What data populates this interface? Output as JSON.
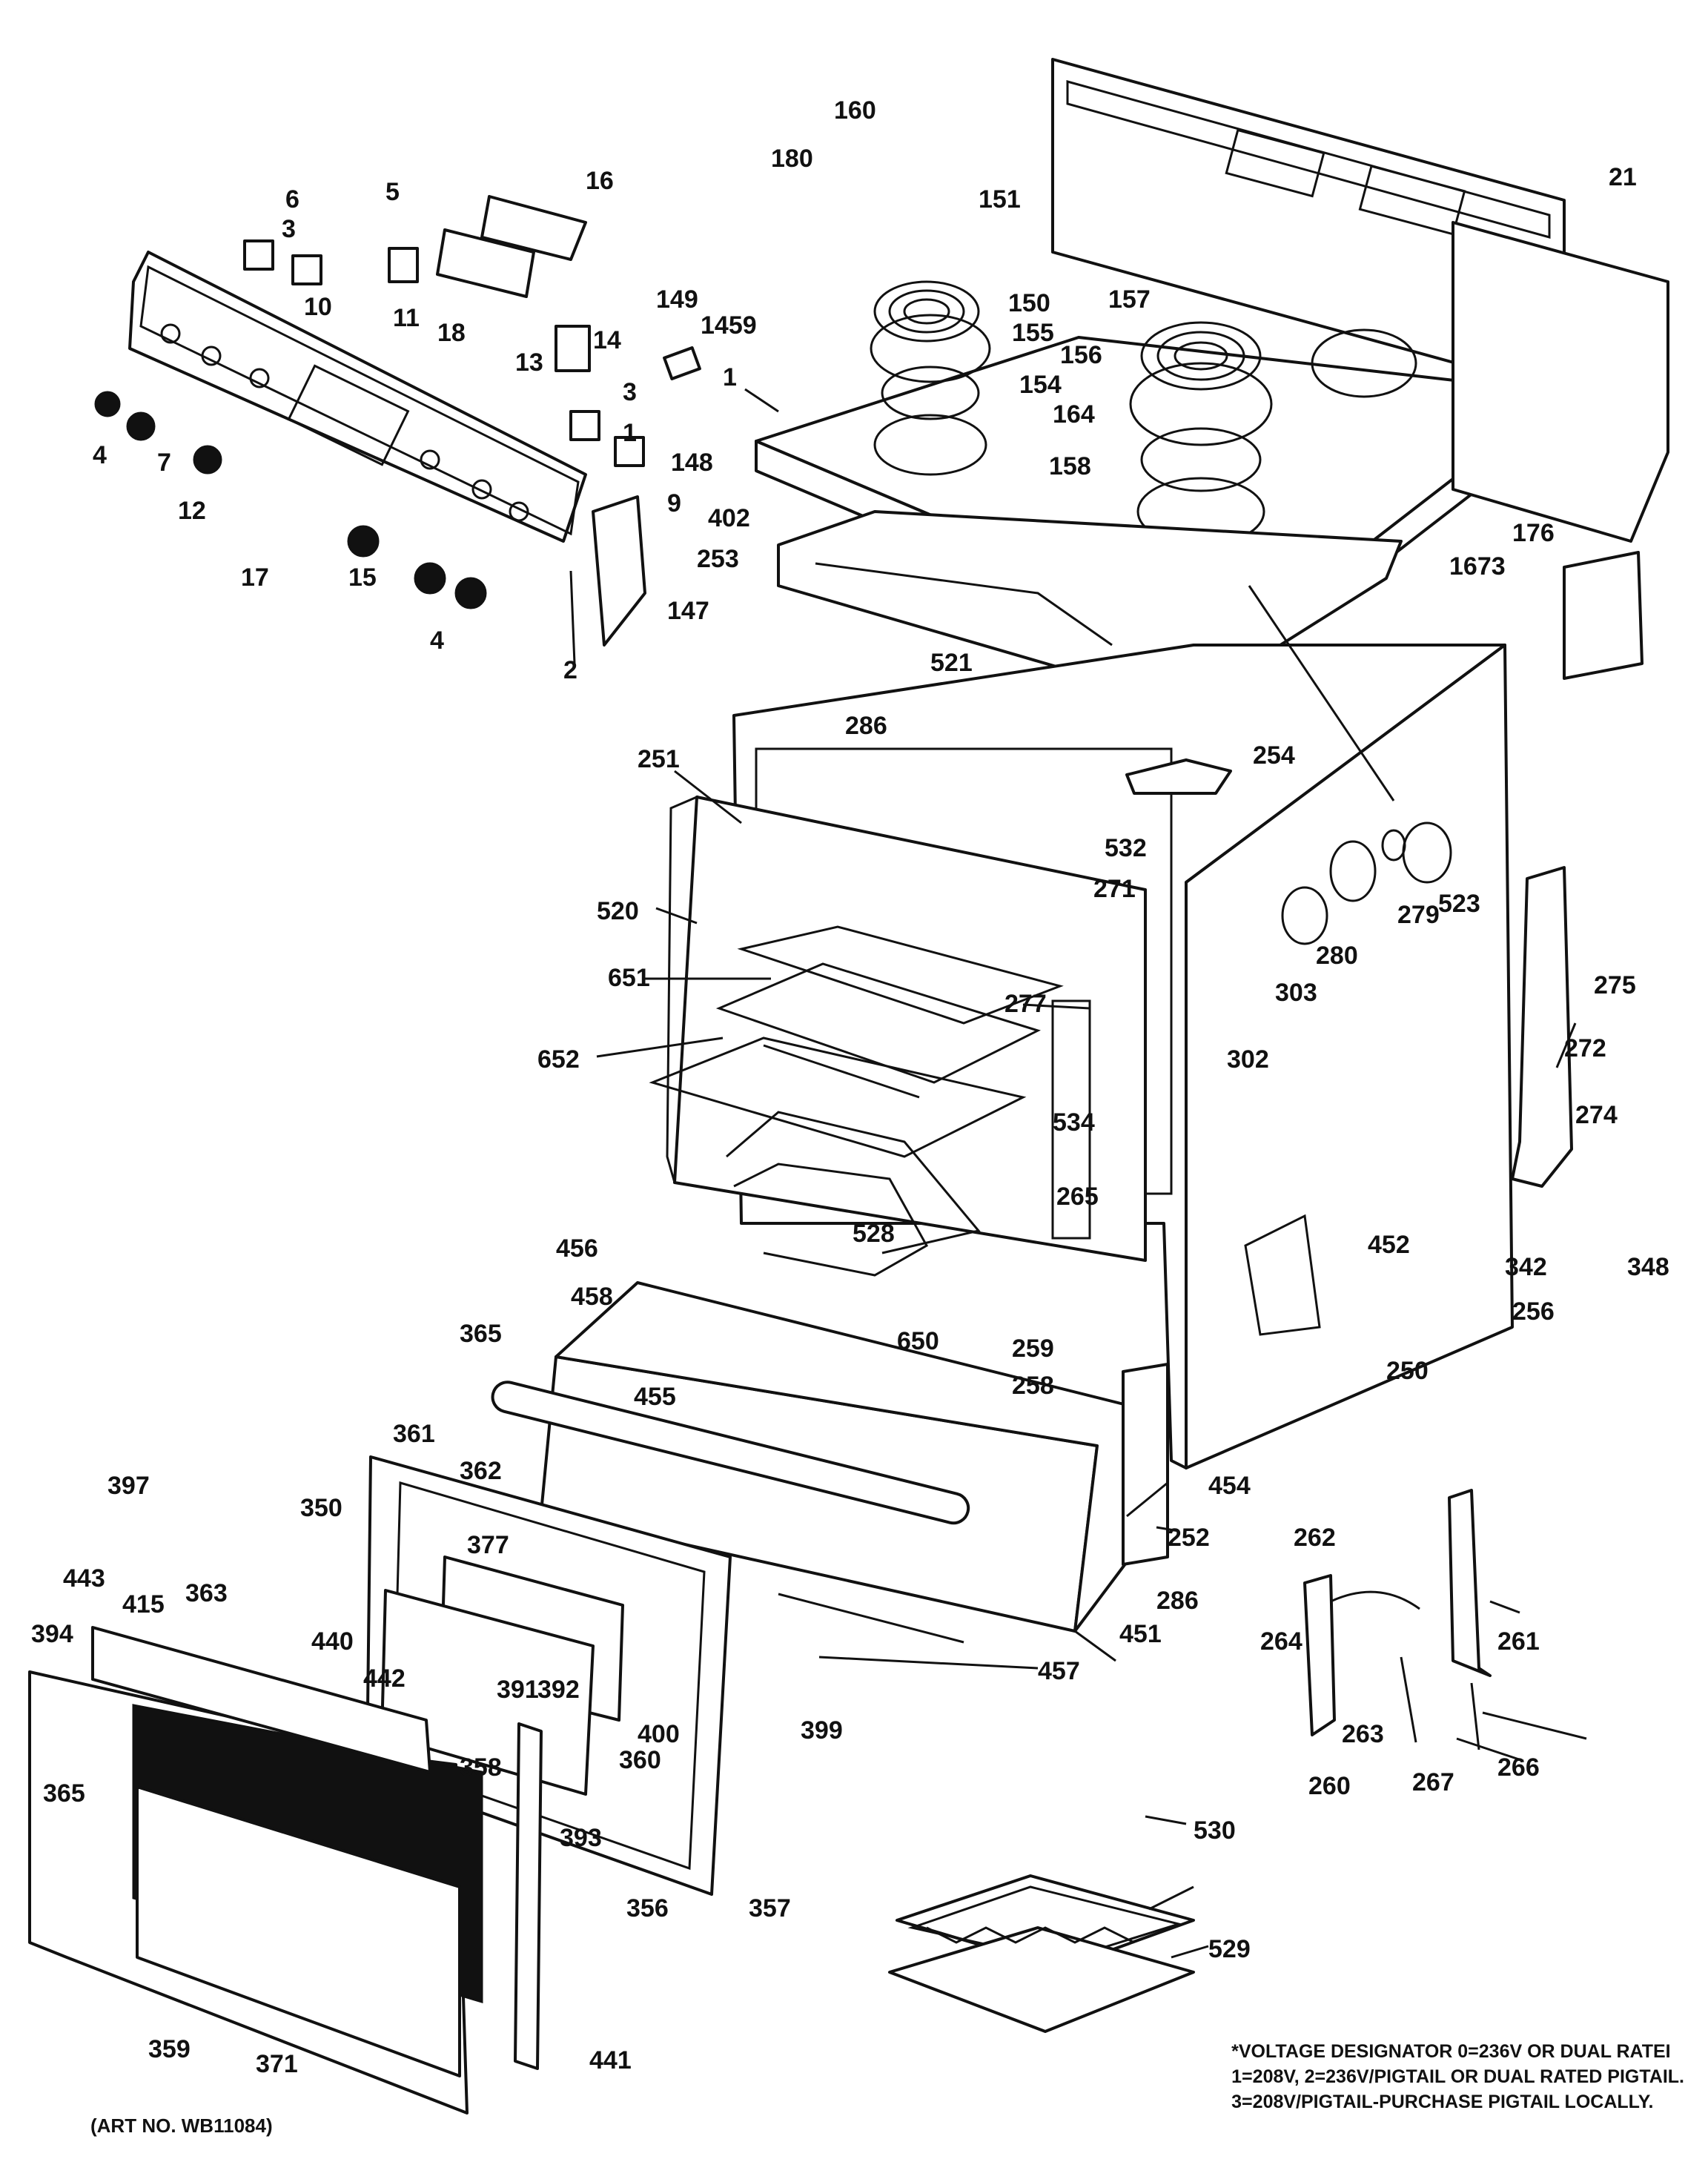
{
  "diagram": {
    "art_number": "(ART NO. WB11084)",
    "voltage_note": [
      "*VOLTAGE DESIGNATOR 0=236V OR DUAL RATEI",
      "1=208V, 2=236V/PIGTAIL OR DUAL RATED PIGTAIL.",
      "3=208V/PIGTAIL-PURCHASE PIGTAIL LOCALLY."
    ],
    "callouts": [
      "1",
      "2",
      "3",
      "3",
      "1",
      "4",
      "4",
      "5",
      "6",
      "7",
      "9",
      "10",
      "11",
      "12",
      "13",
      "14",
      "15",
      "16",
      "17",
      "18",
      "21",
      "147",
      "148",
      "149",
      "150",
      "151",
      "154",
      "155",
      "156",
      "157",
      "158",
      "160",
      "164",
      "176",
      "180",
      "250",
      "251",
      "252",
      "253",
      "254",
      "256",
      "258",
      "259",
      "260",
      "261",
      "262",
      "263",
      "264",
      "265",
      "266",
      "267",
      "271",
      "272",
      "274",
      "275",
      "277",
      "279",
      "280",
      "286",
      "286",
      "302",
      "303",
      "342",
      "348",
      "350",
      "356",
      "357",
      "358",
      "359",
      "360",
      "361",
      "362",
      "363",
      "365",
      "365",
      "371",
      "377",
      "391",
      "392",
      "393",
      "394",
      "397",
      "399",
      "400",
      "402",
      "415",
      "440",
      "441",
      "442",
      "443",
      "451",
      "452",
      "454",
      "455",
      "456",
      "457",
      "458",
      "520",
      "521",
      "523",
      "528",
      "529",
      "530",
      "532",
      "534",
      "650",
      "651",
      "652",
      "1459",
      "1673"
    ]
  }
}
